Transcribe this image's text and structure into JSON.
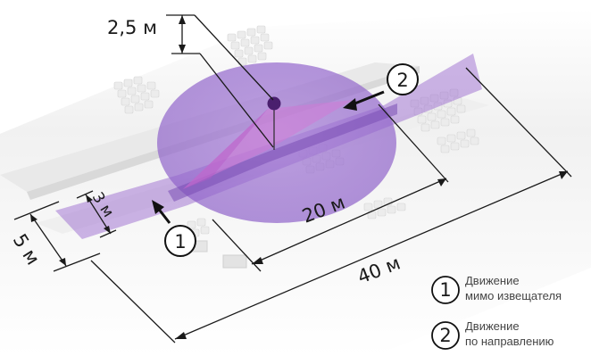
{
  "dimensions": {
    "height": "2,5 м",
    "range_side": "20 м",
    "range_total": "40 м",
    "width_outer": "5 м",
    "width_inner": "3 м"
  },
  "markers": {
    "one": "1",
    "two": "2"
  },
  "legend": [
    {
      "number": "1",
      "line1": "Движение",
      "line2": "мимо извещателя"
    },
    {
      "number": "2",
      "line1": "Движение",
      "line2": "по направлению"
    }
  ],
  "colors": {
    "zone_fill": "#9b6bd0",
    "zone_dark": "#7a4fb5",
    "detector": "#4a1f6e",
    "floor": "#f2f2f2"
  }
}
